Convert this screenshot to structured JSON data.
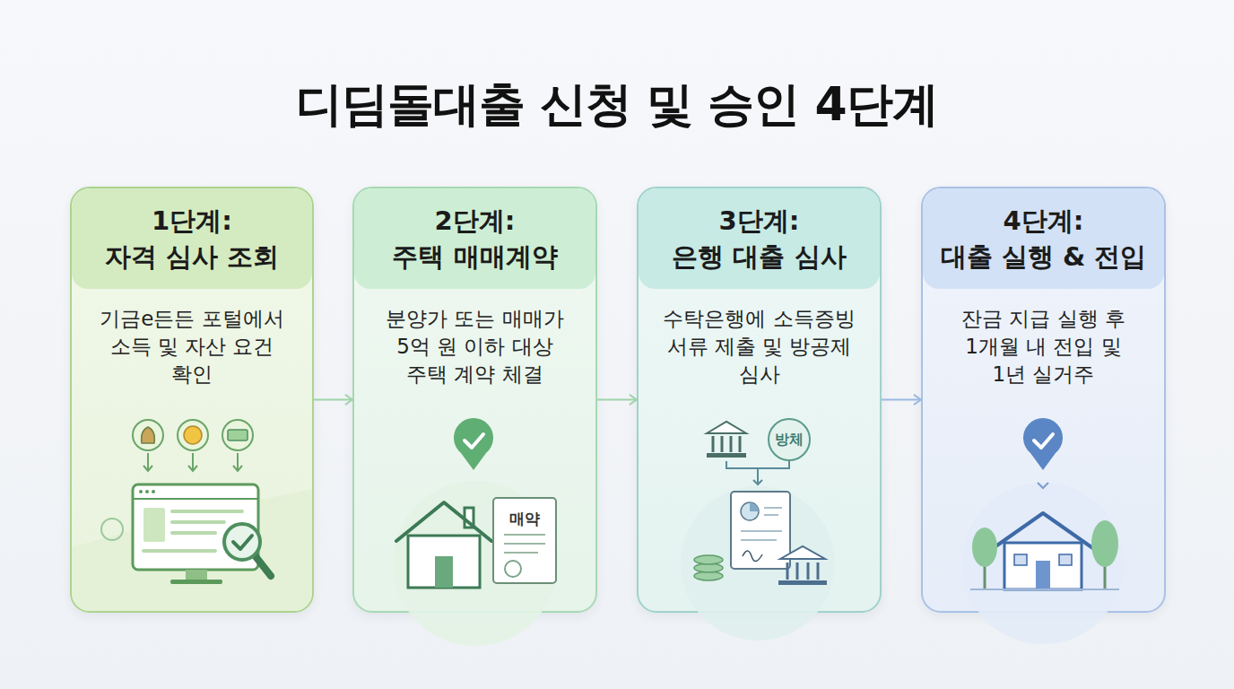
{
  "diagram": {
    "title": "디딤돌대출 신청 및 승인 4단계",
    "nodes": [
      {
        "text": [
          "1단계:",
          "자격 심사 조회",
          "기금e든든 포털에서 소득 및 자산 요건 확인"
        ]
      },
      {
        "text": [
          "2단계:",
          "주택 매매계약",
          "분양가 또는 매매가 5억 원 이하 대상 주택 계약 체결"
        ]
      },
      {
        "text": [
          "3단계:",
          "은행 대출 심사",
          "수탁은행에 소득증빙 서류 제출 및 방공제 심사"
        ]
      },
      {
        "text": [
          "4단계:",
          "대출 실행 & 전입",
          "잔금 지급 실행 후 1개월 내 전입 및 1년 실거주"
        ]
      }
    ],
    "edges": [
      {
        "from": 0,
        "to": 1,
        "arrow": "to"
      },
      {
        "from": 1,
        "to": 2,
        "arrow": "to"
      },
      {
        "from": 2,
        "to": 3,
        "arrow": "to"
      }
    ],
    "labels": [
      "매약",
      "방체"
    ]
  }
}
